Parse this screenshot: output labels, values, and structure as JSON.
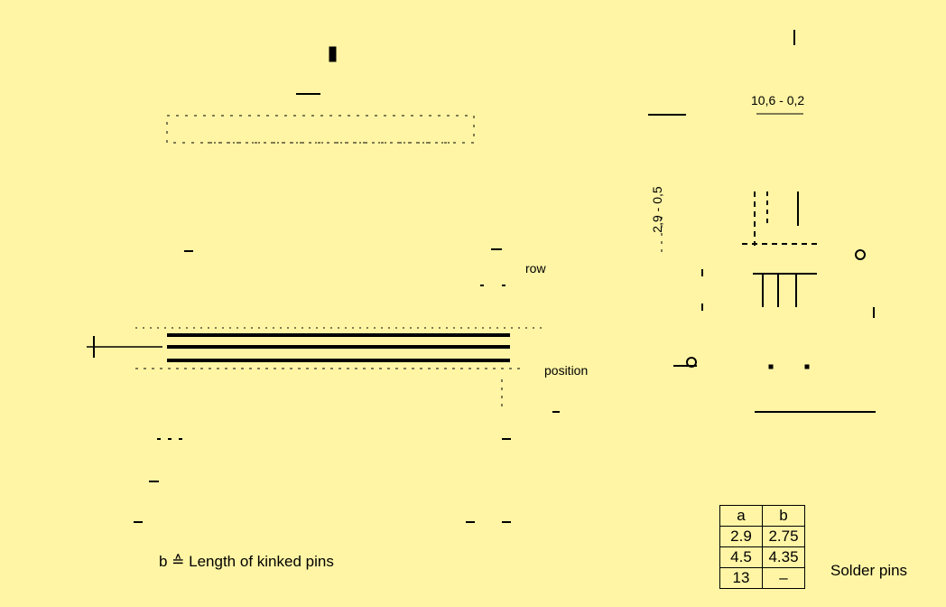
{
  "labels": {
    "dim_width": "10,6 - 0,2",
    "dim_height": "2,9 - 0,5",
    "row": "row",
    "position": "position",
    "note": "b ≙ Length of kinked pins",
    "solder_pins": "Solder pins"
  },
  "pin_table": {
    "headers": [
      "a",
      "b"
    ],
    "rows": [
      [
        "2.9",
        "2.75"
      ],
      [
        "4.5",
        "4.35"
      ],
      [
        "13",
        "–"
      ]
    ]
  }
}
